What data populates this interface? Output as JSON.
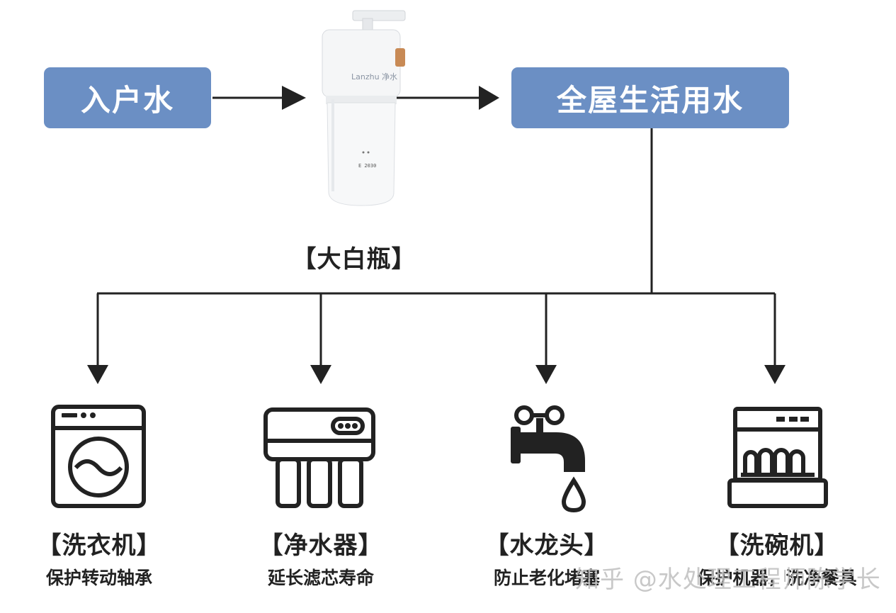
{
  "inlet_label": "入户水",
  "outlet_label": "全屋生活用水",
  "filter": {
    "label": "【大白瓶】",
    "brand_text": "Lanzhu 净水",
    "code_text": "E 2030"
  },
  "appliances": [
    {
      "icon": "washing-machine-icon",
      "title": "【洗衣机】",
      "desc": "保护转动轴承"
    },
    {
      "icon": "water-purifier-icon",
      "title": "【净水器】",
      "desc": "延长滤芯寿命"
    },
    {
      "icon": "faucet-icon",
      "title": "【水龙头】",
      "desc": "防止老化堵塞"
    },
    {
      "icon": "dishwasher-icon",
      "title": "【洗碗机】",
      "desc": "保护机器，洗净餐具"
    }
  ],
  "watermark": "知乎 @水处理工程师陈学长",
  "colors": {
    "box": "#6b8fc4",
    "line": "#222222",
    "text": "#222222"
  }
}
